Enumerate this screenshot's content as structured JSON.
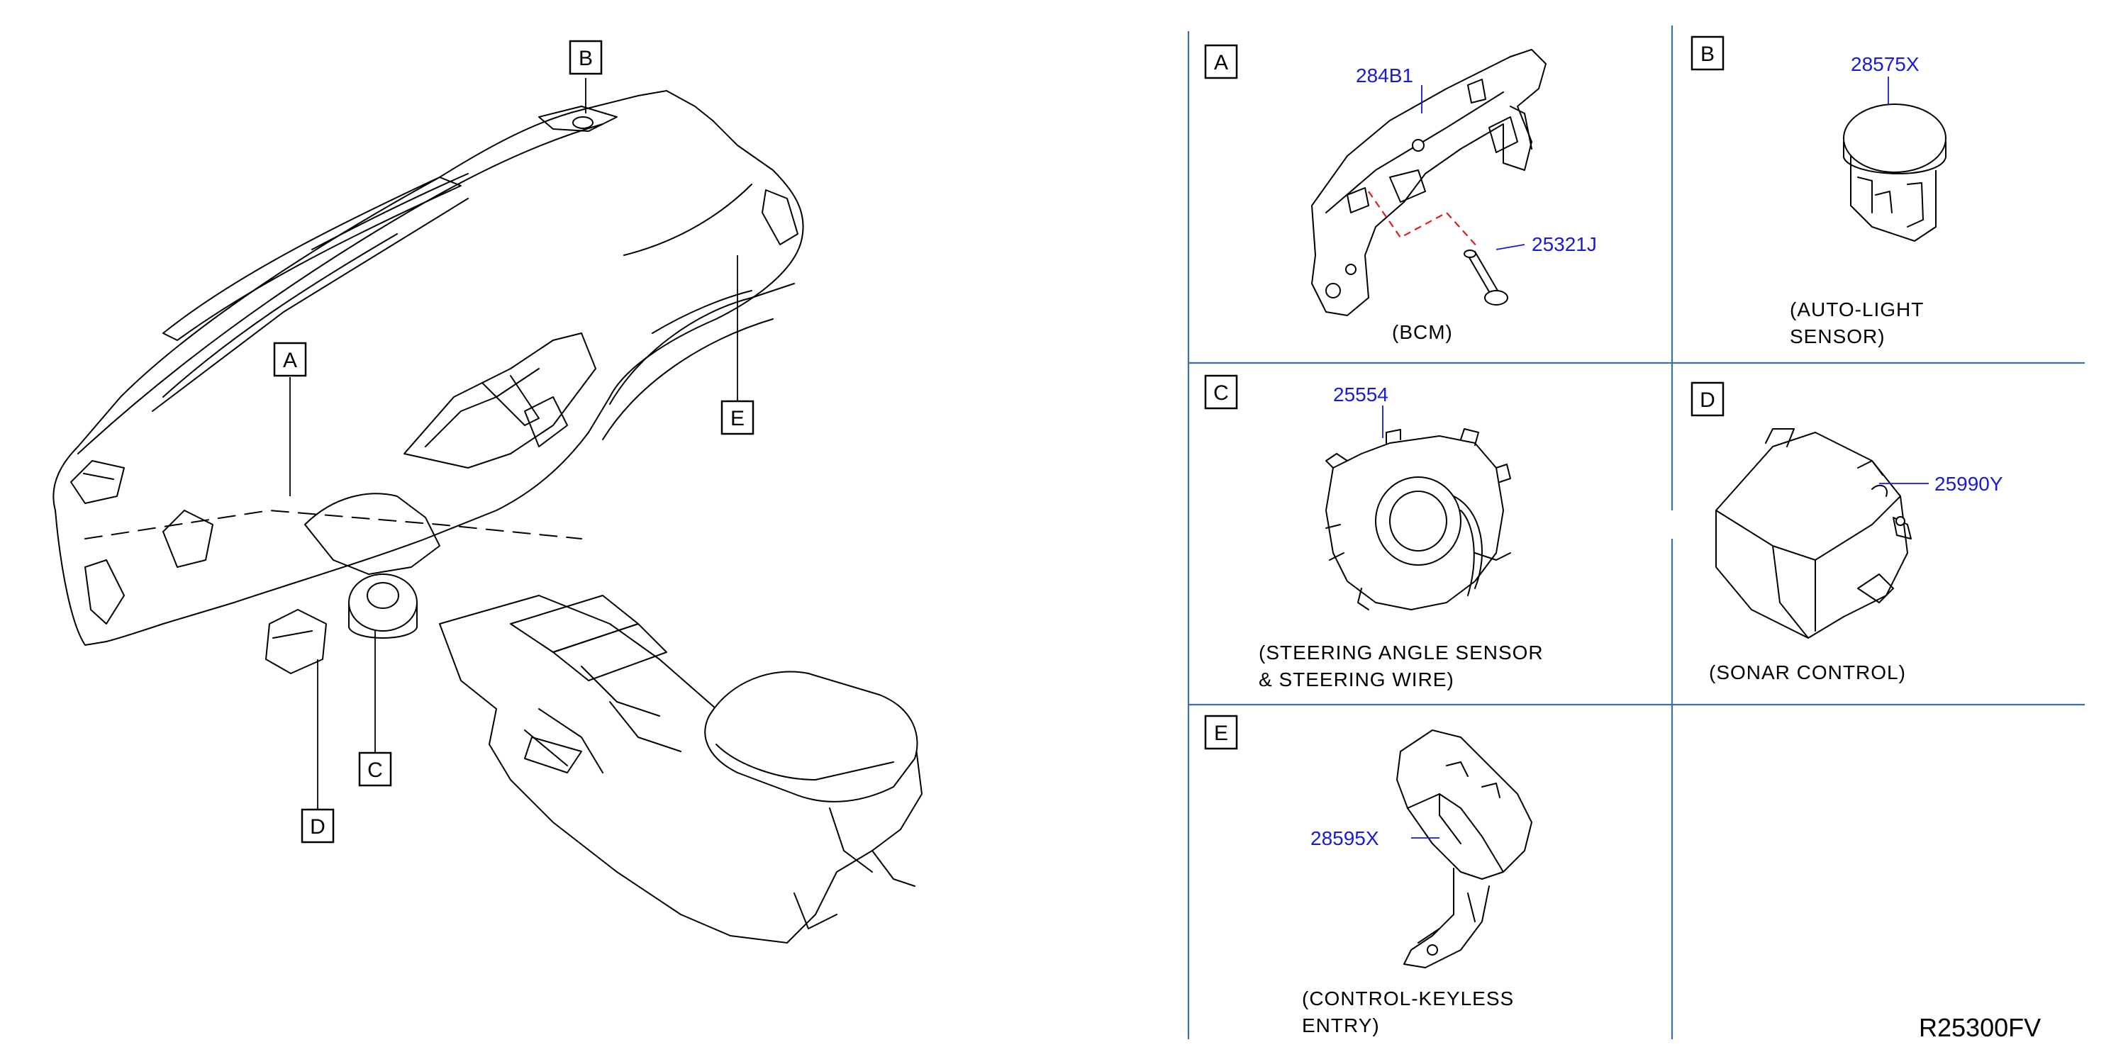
{
  "main_callouts": [
    {
      "id": "A",
      "label": "A"
    },
    {
      "id": "B",
      "label": "B"
    },
    {
      "id": "C",
      "label": "C"
    },
    {
      "id": "D",
      "label": "D"
    },
    {
      "id": "E",
      "label": "E"
    }
  ],
  "panels": {
    "A": {
      "label": "A",
      "parts": [
        "284B1",
        "25321J"
      ],
      "caption": [
        "(BCM)"
      ]
    },
    "B": {
      "label": "B",
      "parts": [
        "28575X"
      ],
      "caption": [
        "(AUTO-LIGHT",
        "SENSOR)"
      ]
    },
    "C": {
      "label": "C",
      "parts": [
        "25554"
      ],
      "caption": [
        "(STEERING   ANGLE   SENSOR",
        "&   STEERING   WIRE)"
      ]
    },
    "D": {
      "label": "D",
      "parts": [
        "25990Y"
      ],
      "caption": [
        "(SONAR   CONTROL)"
      ]
    },
    "E": {
      "label": "E",
      "parts": [
        "28595X"
      ],
      "caption": [
        "(CONTROL-KEYLESS",
        "ENTRY)"
      ]
    }
  },
  "reference_code": "R25300FV",
  "colors": {
    "part_number": "#1a1ad6",
    "grid_line": "#3a6fb0",
    "fastener_path": "#d81e1e"
  }
}
